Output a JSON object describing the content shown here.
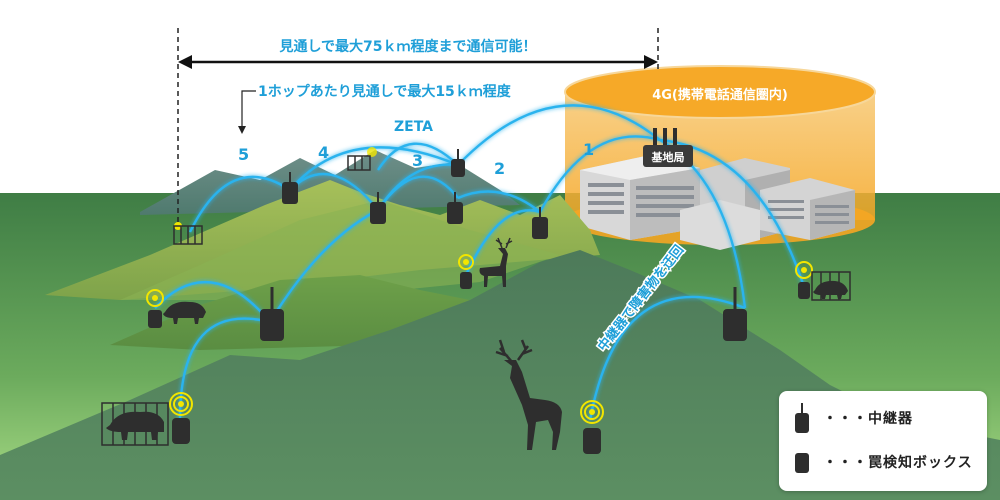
{
  "range_label": "見通しで最大75ｋｍ程度まで通信可能！",
  "hop_label": "1ホップあたり見通しで最大15ｋｍ程度",
  "network_label": "ZETA",
  "cellular_area_label": "4G(携帯電話通信圏内)",
  "base_station_label": "基地局",
  "detour_label": "中継器で障害物を迂回",
  "hop_numbers": [
    "1",
    "2",
    "3",
    "4",
    "5"
  ],
  "legend": {
    "repeater_label": "・・・中継器",
    "sensor_box_label": "・・・罠検知ボックス"
  },
  "colors": {
    "link_blue": "#1f9fd8",
    "cell_zone": "#f5a623",
    "ground": "#5d9a56",
    "device": "#2e2e2e",
    "signal": "#f2e600"
  }
}
